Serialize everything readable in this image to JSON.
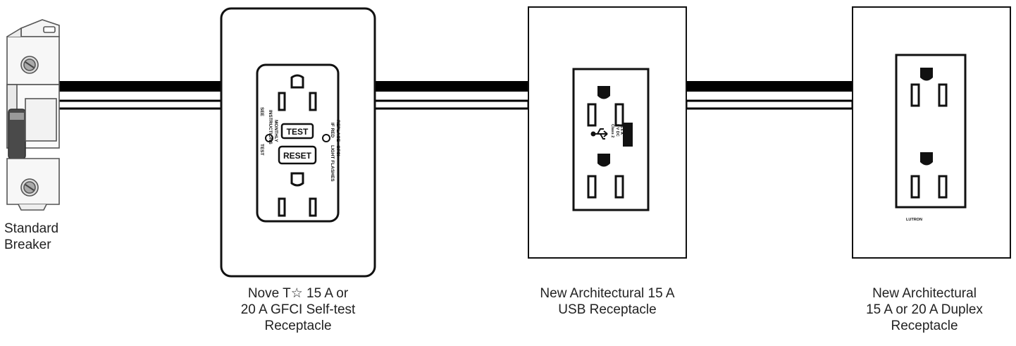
{
  "devices": [
    {
      "id": "breaker",
      "label_lines": [
        "Standard",
        "Breaker"
      ]
    },
    {
      "id": "gfci",
      "label_lines": [
        "Nove T☆ 15 A or",
        "20 A GFCI Self-test",
        "Receptacle"
      ]
    },
    {
      "id": "usb",
      "label_lines": [
        "New Architectural 15 A",
        "USB Receptacle"
      ]
    },
    {
      "id": "duplex",
      "label_lines": [
        "New Architectural",
        "15 A or 20 A Duplex",
        "Receptacle"
      ]
    }
  ],
  "gfci_face": {
    "test_button": "TEST",
    "reset_button": "RESET",
    "left_notes": [
      "SEE",
      "INSTRUCTIONS",
      "TEST",
      "MONTHLY"
    ],
    "right_notes": [
      "REPLACE",
      "IF RED",
      "GFCI",
      "LIGHT FLASHES"
    ]
  },
  "usb_face": {
    "usb_notes": [
      "Class 2",
      "5 V DC",
      "3.6 A"
    ]
  },
  "duplex_face": {
    "brand": "LUTRON"
  },
  "colors": {
    "wire_hot": "#000000",
    "wire_neutral": "#ffffff",
    "outline": "#111111",
    "plate": "#ffffff"
  }
}
